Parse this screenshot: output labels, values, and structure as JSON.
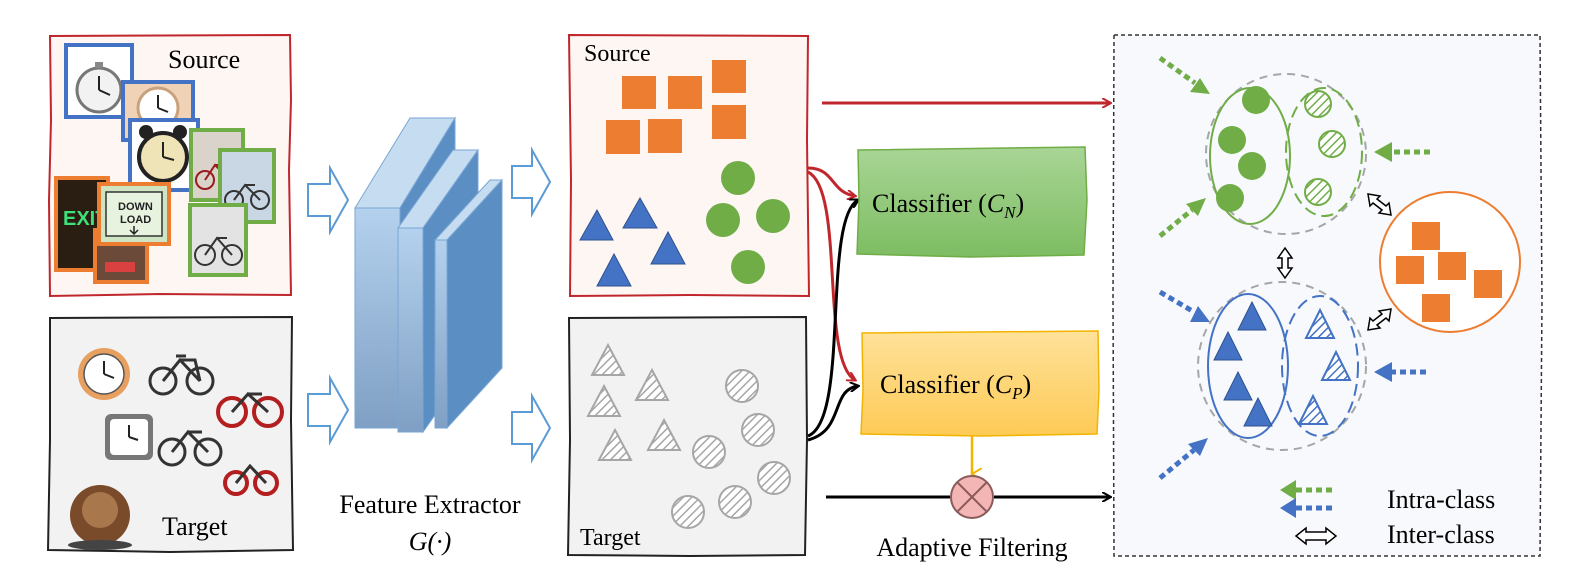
{
  "panels": {
    "source_images": {
      "label": "Source"
    },
    "target_images": {
      "label": "Target"
    },
    "source_features": {
      "label": "Source"
    },
    "target_features": {
      "label": "Target"
    }
  },
  "feature_extractor": {
    "label": "Feature Extractor",
    "symbol": "G(·)"
  },
  "classifier_n": {
    "label": "Classifier (",
    "sym": "C",
    "sub": "N",
    "close": ")"
  },
  "classifier_p": {
    "label": "Classifier (",
    "sym": "C",
    "sub": "P",
    "close": ")"
  },
  "adaptive_filtering": {
    "label": "Adaptive Filtering"
  },
  "legend": {
    "intra": "Intra-class",
    "inter": "Inter-class"
  },
  "sign_text": {
    "exit": "EXIT",
    "download_1": "DOWN",
    "download_2": "LOAD"
  },
  "colors": {
    "source_red": "#c0272d",
    "orange": "#ed7d31",
    "green": "#70ad47",
    "blue": "#4472c4",
    "gray": "#a6a6a6",
    "classifier_n_fill": "#8fc87a",
    "classifier_p_fill": "#ffd878",
    "filter_fill": "#f4b5b5",
    "extractor_blue": "#9dc3e6"
  },
  "icons": [
    "clock-icon",
    "bicycle-icon",
    "exit-sign-icon",
    "download-sign-icon",
    "mug-icon"
  ]
}
